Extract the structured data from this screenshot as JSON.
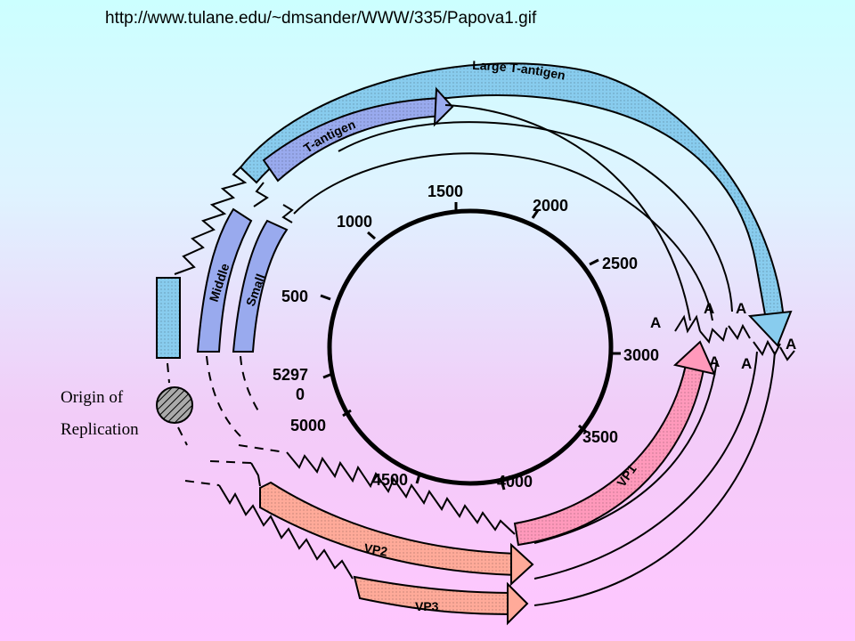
{
  "source_url": "http://www.tulane.edu/~dmsander/WWW/335/Papova1.gif",
  "genome_ticks": [
    "1500",
    "2000",
    "1000",
    "2500",
    "500",
    "3000",
    "5297",
    "0",
    "5000",
    "3500",
    "4500",
    "4000"
  ],
  "origin_label_line1": "Origin of",
  "origin_label_line2": "Replication",
  "genes": {
    "large_t": "Large T-antigen",
    "middle_t": "T-antigen",
    "middle": "Middle",
    "small": "Small",
    "vp1": "VP1",
    "vp2": "VP2",
    "vp3": "VP3"
  },
  "polyA": "A",
  "colors": {
    "early_gene": "#88ccee",
    "middle_gene": "#99aaee",
    "late_gene": "#ff99bb",
    "vp_gene": "#ffaa99",
    "origin": "#999999"
  }
}
